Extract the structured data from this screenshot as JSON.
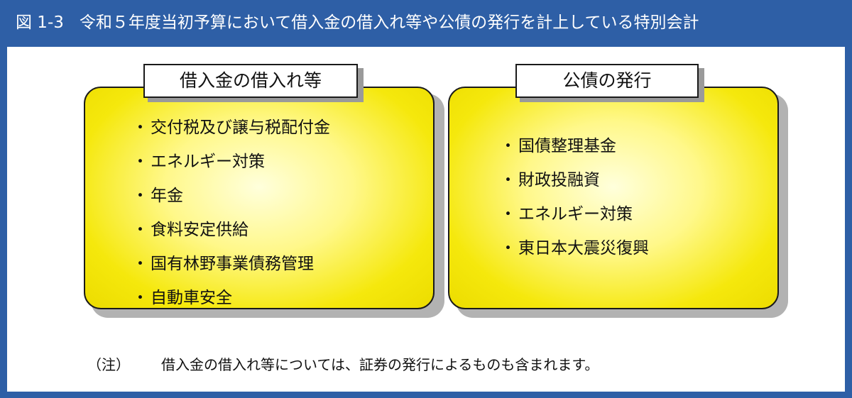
{
  "header": {
    "figure_number": "図 1-3",
    "title": "令和５年度当初予算において借入金の借入れ等や公債の発行を計上している特別会計"
  },
  "left_group": {
    "label": "借入金の借入れ等",
    "items": [
      "交付税及び譲与税配付金",
      "エネルギー対策",
      "年金",
      "食料安定供給",
      "国有林野事業債務管理",
      "自動車安全"
    ]
  },
  "right_group": {
    "label": "公債の発行",
    "items": [
      "国債整理基金",
      "財政投融資",
      "エネルギー対策",
      "東日本大震災復興"
    ]
  },
  "bullet": "・",
  "note": {
    "mark": "（注）",
    "text": "借入金の借入れ等については、証券の発行によるものも含まれます。"
  },
  "colors": {
    "header_bg": "#2e5fa6",
    "box_fill": "#f5e80c",
    "box_highlight": "#ffffdc"
  }
}
